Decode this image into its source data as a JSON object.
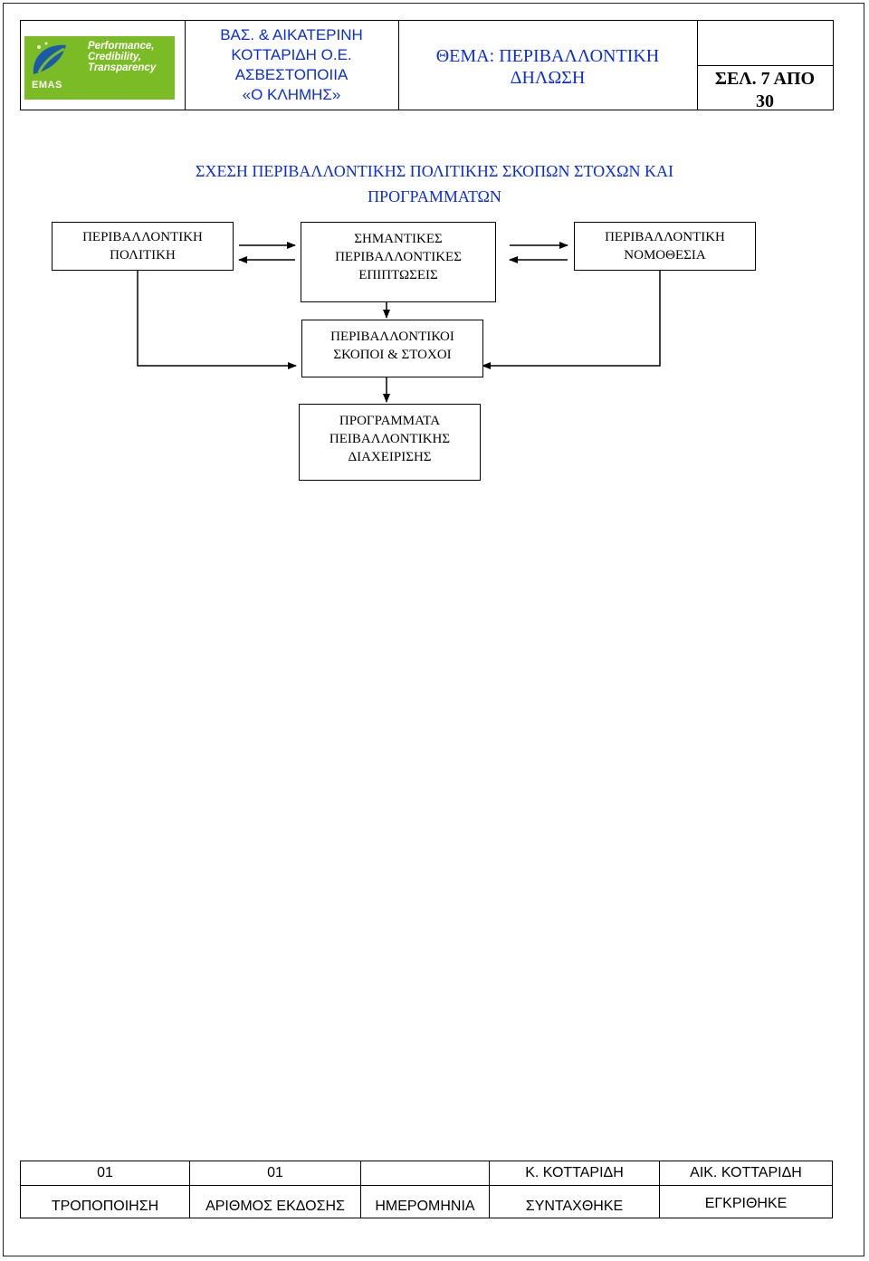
{
  "header": {
    "logo": {
      "brand": "EMAS",
      "tagline": [
        "Performance,",
        "Credibility,",
        "Transparency"
      ],
      "colors": {
        "green": "#7bbb26",
        "blue": "#1a5aa8"
      }
    },
    "company_lines": [
      "ΒΑΣ. & ΑΙΚΑΤΕΡΙΝΗ",
      "ΚΟΤΤΑΡΙΔΗ Ο.Ε.",
      "ΑΣΒΕΣΤΟΠΟΙΙΑ",
      "«Ο ΚΛΗΜΗΣ»"
    ],
    "theme_label": "ΘΕΜΑ:",
    "theme_value_line1": "ΠΕΡΙΒΑΛΛΟΝΤΙΚΗ",
    "theme_value_line2": "ΔΗΛΩΣΗ",
    "page_line1": "ΣΕΛ. 7 ΑΠΟ",
    "page_line2": "30"
  },
  "title_lines": [
    "ΣΧΕΣΗ ΠΕΡΙΒΑΛΛΟΝΤΙΚΗΣ ΠΟΛΙΤΙΚΗΣ ΣΚΟΠΩΝ ΣΤΟΧΩΝ ΚΑΙ",
    "ΠΡΟΓΡΑΜΜΑΤΩΝ"
  ],
  "diagram": {
    "policy": [
      "ΠΕΡΙΒΑΛΛΟΝΤΙΚΗ",
      "ΠΟΛΙΤΙΚΗ"
    ],
    "impacts": [
      "ΣΗΜΑΝΤΙΚΕΣ",
      "ΠΕΡΙΒΑΛΛΟΝΤΙΚΕΣ",
      "ΕΠΙΠΤΩΣΕΙΣ"
    ],
    "legislation": [
      "ΠΕΡΙΒΑΛΛΟΝΤΙΚΗ",
      "ΝΟΜΟΘΕΣΙΑ"
    ],
    "objectives": [
      "ΠΕΡΙΒΑΛΛΟΝΤΙΚΟΙ",
      "ΣΚΟΠΟΙ & ΣΤΟΧΟΙ"
    ],
    "programs": [
      "ΠΡΟΓΡΑΜΜΑΤΑ",
      "ΠΕΙΒΑΛΛΟΝΤΙΚΗΣ",
      "ΔΙΑΧΕΙΡΙΣΗΣ"
    ]
  },
  "footer": {
    "values": [
      "01",
      "01",
      "",
      "Κ. ΚΟΤΤΑΡΙΔΗ",
      "ΑΙΚ. ΚΟΤΤΑΡΙΔΗ"
    ],
    "labels": [
      "ΤΡΟΠΟΠΟΙΗΣΗ",
      "ΑΡΙΘΜΟΣ ΕΚΔΟΣΗΣ",
      "ΗΜΕΡΟΜΗΝΙΑ",
      "ΣΥΝΤΑΧΘΗΚΕ",
      "ΕΓΚΡΙΘΗΚΕ"
    ]
  }
}
